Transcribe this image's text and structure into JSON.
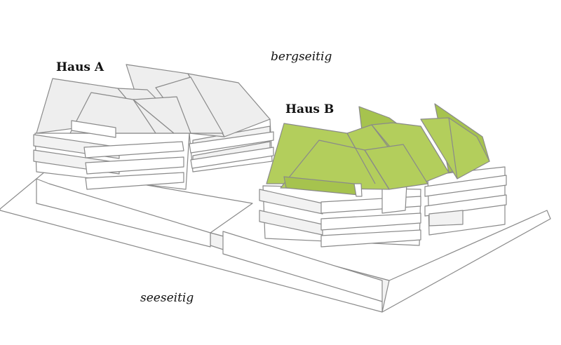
{
  "labels": {
    "haus_a": "Haus A",
    "haus_b": "Haus B",
    "bergseitig": "bergseitig",
    "seeseitig": "seeseitig"
  },
  "colors": {
    "highlight_roof": "#b3ce5c",
    "neutral_roof": "#eeeeee",
    "outline": "#8a8a8a"
  }
}
